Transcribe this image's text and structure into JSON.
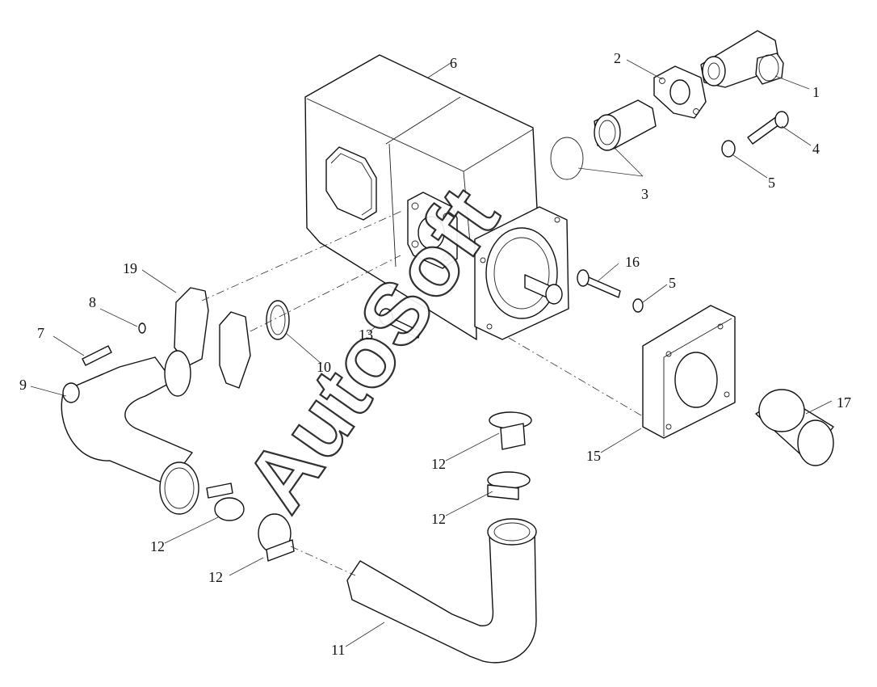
{
  "diagram": {
    "watermark": "AutoSoft",
    "callouts": [
      {
        "id": "c1",
        "label": "1"
      },
      {
        "id": "c2",
        "label": "2"
      },
      {
        "id": "c3",
        "label": "3"
      },
      {
        "id": "c4",
        "label": "4"
      },
      {
        "id": "c5a",
        "label": "5"
      },
      {
        "id": "c5b",
        "label": "5"
      },
      {
        "id": "c6",
        "label": "6"
      },
      {
        "id": "c7",
        "label": "7"
      },
      {
        "id": "c8",
        "label": "8"
      },
      {
        "id": "c9",
        "label": "9"
      },
      {
        "id": "c10",
        "label": "10"
      },
      {
        "id": "c11",
        "label": "11"
      },
      {
        "id": "c12a",
        "label": "12"
      },
      {
        "id": "c12b",
        "label": "12"
      },
      {
        "id": "c12c",
        "label": "12"
      },
      {
        "id": "c12d",
        "label": "12"
      },
      {
        "id": "c13",
        "label": "13"
      },
      {
        "id": "c15",
        "label": "15"
      },
      {
        "id": "c16",
        "label": "16"
      },
      {
        "id": "c17",
        "label": "17"
      },
      {
        "id": "c19",
        "label": "19"
      }
    ]
  }
}
